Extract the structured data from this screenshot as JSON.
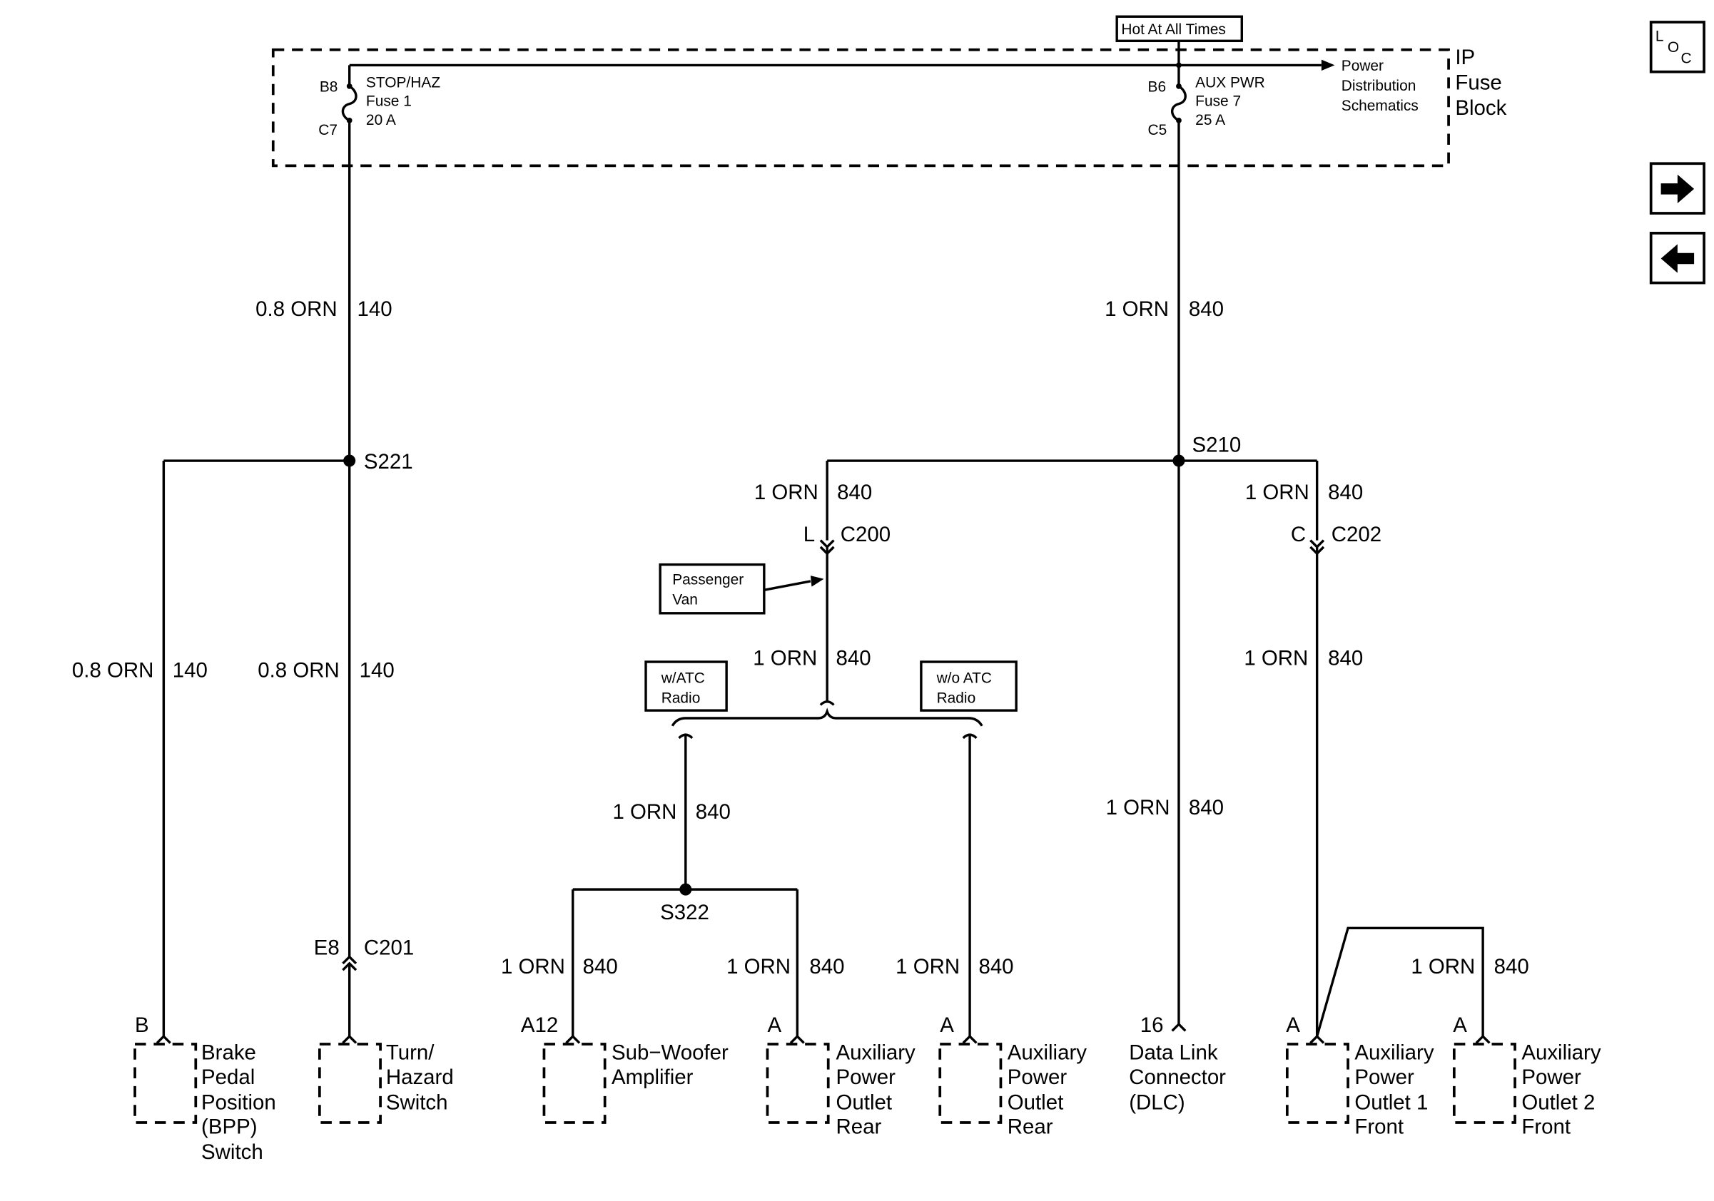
{
  "hot_label": "Hot At All Times",
  "ip_fuse_block": [
    "IP",
    "Fuse",
    "Block"
  ],
  "power_distribution": [
    "Power",
    "Distribution",
    "Schematics"
  ],
  "fuse_stop": {
    "pin_top": "B8",
    "pin_bottom": "C7",
    "lines": [
      "STOP/HAZ",
      "Fuse 1",
      "20 A"
    ]
  },
  "fuse_aux": {
    "pin_top": "B6",
    "pin_bottom": "C5",
    "lines": [
      "AUX PWR",
      "Fuse 7",
      "25 A"
    ]
  },
  "wires": {
    "w140_a": {
      "left": "0.8 ORN",
      "right": "140"
    },
    "w840_a": {
      "left": "1 ORN",
      "right": "840"
    },
    "w140_b": {
      "left": "0.8 ORN",
      "right": "140"
    },
    "w140_c": {
      "left": "0.8 ORN",
      "right": "140"
    },
    "w840_b": {
      "left": "1 ORN",
      "right": "840"
    },
    "w840_c": {
      "left": "1 ORN",
      "right": "840"
    },
    "w840_d": {
      "left": "1 ORN",
      "right": "840"
    },
    "w840_e": {
      "left": "1 ORN",
      "right": "840"
    },
    "w840_f": {
      "left": "1 ORN",
      "right": "840"
    },
    "w840_g": {
      "left": "1 ORN",
      "right": "840"
    },
    "w840_h": {
      "left": "1 ORN",
      "right": "840"
    },
    "w840_i": {
      "left": "1 ORN",
      "right": "840"
    },
    "w840_j": {
      "left": "1 ORN",
      "right": "840"
    },
    "w840_k": {
      "left": "1 ORN",
      "right": "840"
    }
  },
  "splices": {
    "s221": "S221",
    "s210": "S210",
    "s322": "S322"
  },
  "connectors": {
    "c200": {
      "pin": "L",
      "name": "C200"
    },
    "c202": {
      "pin": "C",
      "name": "C202"
    },
    "c201": {
      "pin": "E8",
      "name": "C201"
    }
  },
  "option_boxes": {
    "passenger_van": [
      "Passenger",
      "Van"
    ],
    "w_atc": [
      "w/ATC",
      "Radio"
    ],
    "wo_atc": [
      "w/o ATC",
      "Radio"
    ]
  },
  "components": {
    "bpp": {
      "pin": "B",
      "lines": [
        "Brake",
        "Pedal",
        "Position",
        "(BPP)",
        "Switch"
      ]
    },
    "turn": {
      "pin": "",
      "lines": [
        "Turn/",
        "Hazard",
        "Switch"
      ]
    },
    "subwoofer": {
      "pin": "A12",
      "lines": [
        "Sub−Woofer",
        "Amplifier"
      ]
    },
    "aux_rear_1": {
      "pin": "A",
      "lines": [
        "Auxiliary",
        "Power",
        "Outlet",
        "Rear"
      ]
    },
    "aux_rear_2": {
      "pin": "A",
      "lines": [
        "Auxiliary",
        "Power",
        "Outlet",
        "Rear"
      ]
    },
    "dlc": {
      "pin": "16",
      "lines": [
        "Data Link",
        "Connector",
        "(DLC)"
      ]
    },
    "aux_front_1": {
      "pin": "A",
      "lines": [
        "Auxiliary",
        "Power",
        "Outlet 1",
        "Front"
      ]
    },
    "aux_front_2": {
      "pin": "A",
      "lines": [
        "Auxiliary",
        "Power",
        "Outlet 2",
        "Front"
      ]
    }
  },
  "nav": {
    "loc_l": "L",
    "loc_o": "O",
    "loc_c": "C"
  }
}
